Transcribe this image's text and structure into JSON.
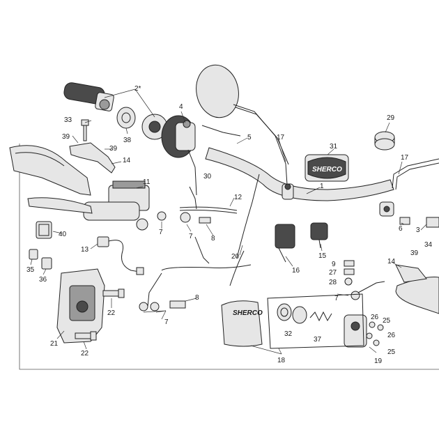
{
  "labels": {
    "l1": "1",
    "l2": "2*",
    "l3": "3",
    "l4": "4",
    "l5": "5",
    "l6": "6",
    "l7a": "7",
    "l7b": "7",
    "l7c": "7",
    "l7d": "7",
    "l8a": "8",
    "l8b": "8",
    "l9": "9",
    "l11": "11",
    "l12": "12",
    "l13": "13",
    "l14a": "14",
    "l14b": "14",
    "l15": "15",
    "l16": "16",
    "l17a": "17",
    "l17b": "17",
    "l18": "18",
    "l19": "19",
    "l20": "20",
    "l21": "21",
    "l22a": "22",
    "l22b": "22",
    "l25a": "25",
    "l25b": "25",
    "l26a": "26",
    "l26b": "26",
    "l27": "27",
    "l28": "28",
    "l29": "29",
    "l30": "30",
    "l31": "31",
    "l32": "32",
    "l33": "33",
    "l34": "34",
    "l35": "35",
    "l36": "36",
    "l37": "37",
    "l38": "38",
    "l39a": "39",
    "l39b": "39",
    "l39c": "39",
    "l40": "40"
  },
  "logos": {
    "brand": "SHERCO"
  },
  "colors": {
    "line": "#222222",
    "fill_light": "#e6e6e6",
    "fill_dark": "#4a4a4a",
    "fill_mid": "#9a9a9a"
  }
}
